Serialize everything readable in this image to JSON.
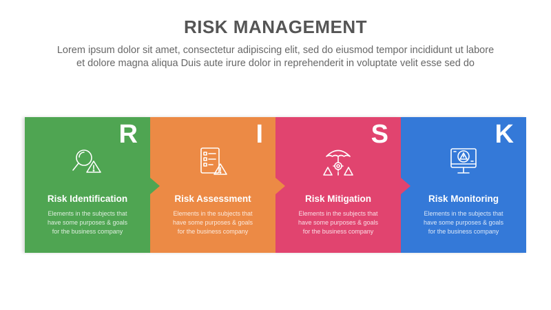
{
  "header": {
    "title": "RISK MANAGEMENT",
    "subtitle_line1": "Lorem ipsum dolor sit amet, consectetur adipiscing elit, sed do eiusmod tempor incididunt ut labore",
    "subtitle_line2": "et dolore magna aliqua Duis aute irure dolor in reprehenderit in voluptate velit esse sed do"
  },
  "panels": [
    {
      "letter": "R",
      "heading": "Risk Identification",
      "desc_line1": "Elements in the subjects that",
      "desc_line2": "have  some purposes & goals",
      "desc_line3": "for the  business company",
      "color": "#4fa552",
      "icon": "magnifier-warning-icon"
    },
    {
      "letter": "I",
      "heading": "Risk Assessment",
      "desc_line1": "Elements in the subjects that",
      "desc_line2": "have  some purposes & goals",
      "desc_line3": "for the  business company",
      "color": "#ec8a45",
      "icon": "checklist-warning-icon"
    },
    {
      "letter": "S",
      "heading": "Risk Mitigation",
      "desc_line1": "Elements in the subjects that",
      "desc_line2": "have  some purposes & goals",
      "desc_line3": "for the  business company",
      "color": "#e1446f",
      "icon": "umbrella-gear-icon"
    },
    {
      "letter": "K",
      "heading": "Risk Monitoring",
      "desc_line1": "Elements in the subjects that",
      "desc_line2": "have  some purposes & goals",
      "desc_line3": "for the  business company",
      "color": "#3479d8",
      "icon": "monitor-warning-icon"
    }
  ]
}
